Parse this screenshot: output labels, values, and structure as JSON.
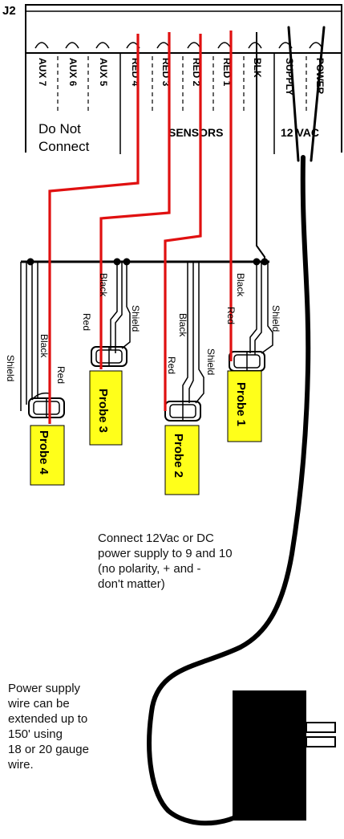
{
  "connector": {
    "label": "J2",
    "terminals": [
      "AUX 7",
      "AUX 6",
      "AUX 5",
      "RED 4",
      "RED 3",
      "RED 2",
      "RED 1",
      "BLK",
      "SUPPLY",
      "POWER"
    ],
    "groups": {
      "do_not_connect": "Do Not\nConnect",
      "sensors": "SENSORS",
      "power": "12 VAC"
    }
  },
  "wire_labels": {
    "black": "Black",
    "red": "Red",
    "shield": "Shield"
  },
  "probes": [
    "Probe 4",
    "Probe 3",
    "Probe 2",
    "Probe 1"
  ],
  "notes": {
    "power_connection": "Connect 12Vac or DC\npower supply to 9 and 10\n(no polarity, + and -\ndon't matter)",
    "wire_length": "Power supply\nwire can be\nextended up to\n150' using\n18 or 20 gauge\nwire."
  },
  "colors": {
    "red_wire": "#e01010",
    "probe_fill": "#ffff1a",
    "black_wire": "#000000"
  }
}
